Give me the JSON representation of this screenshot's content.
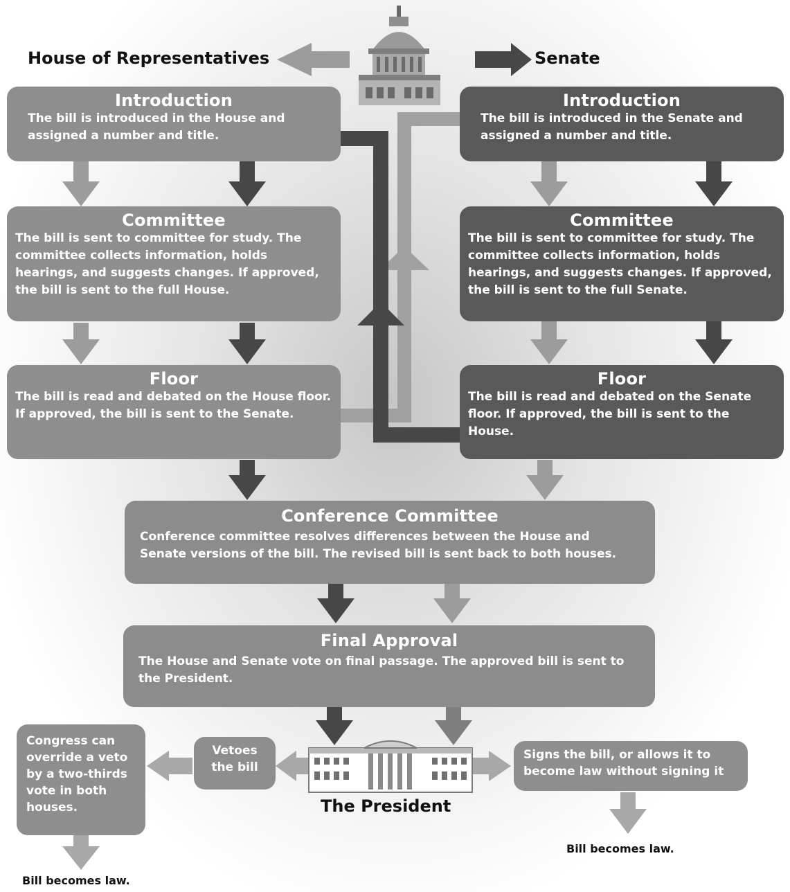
{
  "header": {
    "house_label": "House of Representatives",
    "senate_label": "Senate"
  },
  "house": {
    "introduction": {
      "title": "Introduction",
      "body": "The bill is introduced in the House and assigned a number and title."
    },
    "committee": {
      "title": "Committee",
      "body": "The bill is sent to committee for study.  The committee collects information, holds hearings, and suggests changes. If approved, the bill is sent to the full House."
    },
    "floor": {
      "title": "Floor",
      "body": "The bill is read and debated on the House floor. If approved, the bill is sent to the Senate."
    }
  },
  "senate": {
    "introduction": {
      "title": "Introduction",
      "body": "The bill is introduced in the Senate and assigned a number and title."
    },
    "committee": {
      "title": "Committee",
      "body": "The bill is sent to committee for study. The committee collects information, holds hearings, and suggests changes. If approved, the bill is sent to the full Senate."
    },
    "floor": {
      "title": "Floor",
      "body": "The bill is read and debated on the Senate floor.  If approved, the bill is sent to the House."
    }
  },
  "conference": {
    "title": "Conference Committee",
    "body": "Conference committee resolves differences between the House and Senate versions of the bill. The revised bill is sent back to both houses."
  },
  "final": {
    "title": "Final Approval",
    "body": "The House and Senate vote on final passage. The approved bill is sent to the President."
  },
  "president": {
    "label": "The President",
    "veto": "Vetoes the bill",
    "override": "Congress can override a veto by a two-thirds vote in both houses.",
    "sign": "Signs the bill, or allows it to become law without signing it",
    "law_left": "Bill becomes law.",
    "law_right": "Bill becomes law."
  },
  "colors": {
    "house": "#8e8e8e",
    "senate": "#595959",
    "dark_arrow": "#474747",
    "light_arrow": "#9c9c9c"
  },
  "icons": [
    "capitol-icon",
    "white-house-icon"
  ]
}
